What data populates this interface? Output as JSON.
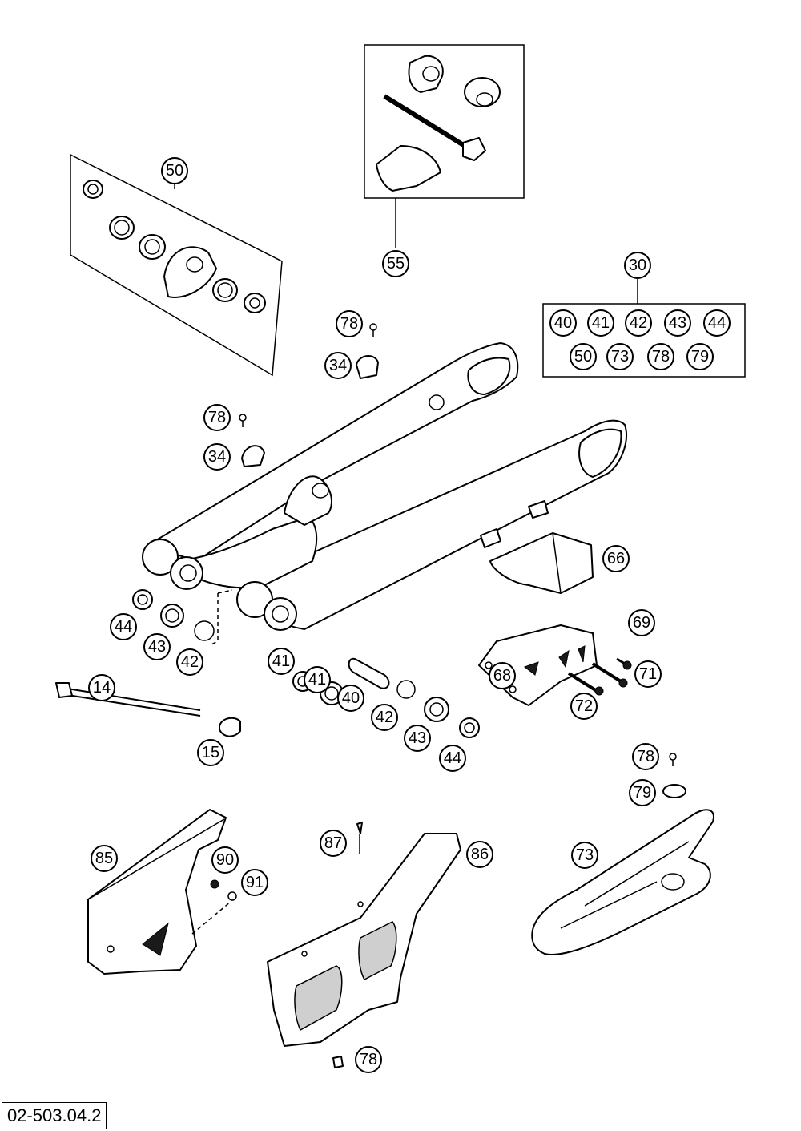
{
  "document_number": "02-503.04.2",
  "kit_30_contents": [
    "40",
    "41",
    "42",
    "43",
    "44",
    "50",
    "73",
    "78",
    "79"
  ],
  "callouts": {
    "c50": "50",
    "c55": "55",
    "c30": "30",
    "c78a": "78",
    "c34a": "34",
    "c78b": "78",
    "c34b": "34",
    "c66": "66",
    "c44a": "44",
    "c43a": "43",
    "c42a": "42",
    "c14": "14",
    "c15": "15",
    "c41a": "41",
    "c41b": "41",
    "c40": "40",
    "c42b": "42",
    "c43b": "43",
    "c44b": "44",
    "c69": "69",
    "c68": "68",
    "c71": "71",
    "c72": "72",
    "c78c": "78",
    "c79": "79",
    "c73": "73",
    "c85": "85",
    "c90": "90",
    "c91": "91",
    "c87": "87",
    "c86": "86",
    "c78d": "78"
  }
}
